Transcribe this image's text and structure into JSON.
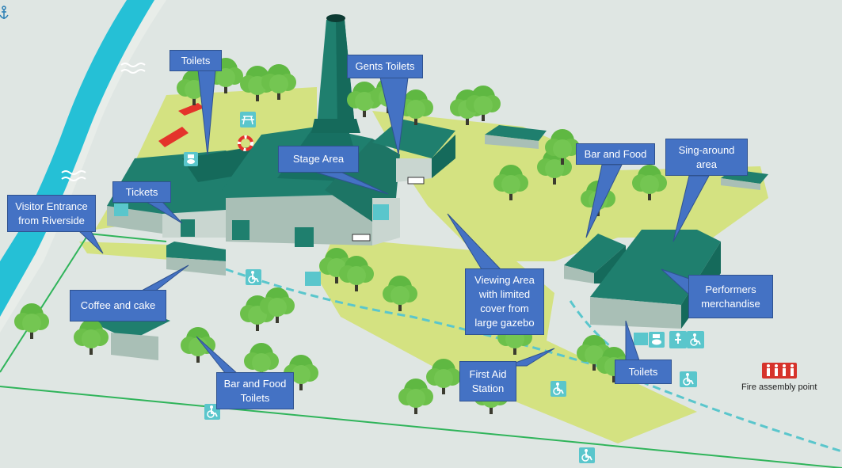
{
  "labels": {
    "toilets_top": "Toilets",
    "gents_toilets": "Gents Toilets",
    "stage_area": "Stage Area",
    "tickets": "Tickets",
    "visitor_entrance": "Visitor Entrance\nfrom Riverside",
    "coffee_cake": "Coffee and cake",
    "bar_food_toilets": "Bar and Food\nToilets",
    "viewing_area": "Viewing Area\nwith limited\ncover from\nlarge gazebo",
    "first_aid": "First Aid\nStation",
    "bar_food": "Bar and Food",
    "sing_around": "Sing-around\narea",
    "performers_merch": "Performers\nmerchandise",
    "toilets_right": "Toilets",
    "fire_assembly": "Fire assembly point"
  },
  "icons": [
    "anchor-icon",
    "waves-icon",
    "picnic-table-icon",
    "life-ring-icon",
    "toilet-icon",
    "accessible-icon",
    "baby-change-icon",
    "fire-assembly-icon"
  ],
  "colors": {
    "callout": "#4472c4",
    "building": "#1f7f6e",
    "grass": "#d4e281",
    "tree": "#6cc04a",
    "river": "#25c0d6",
    "path": "#2fb45a",
    "icon_tile": "#5ac6cc"
  }
}
